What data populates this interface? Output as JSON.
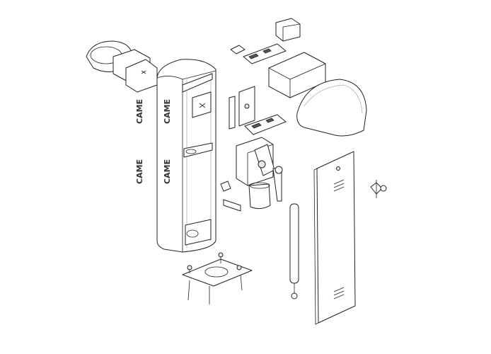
{
  "brand": {
    "logo_text": "CAME"
  },
  "diagram": {
    "type": "exploded parts view",
    "parts": [
      "bar-holder",
      "cabinet-column",
      "sticker",
      "transformer",
      "control-board",
      "control-box",
      "cover",
      "gearmotor",
      "spring",
      "door-panel",
      "anchor-plate",
      "lock",
      "arm-bracket"
    ]
  }
}
